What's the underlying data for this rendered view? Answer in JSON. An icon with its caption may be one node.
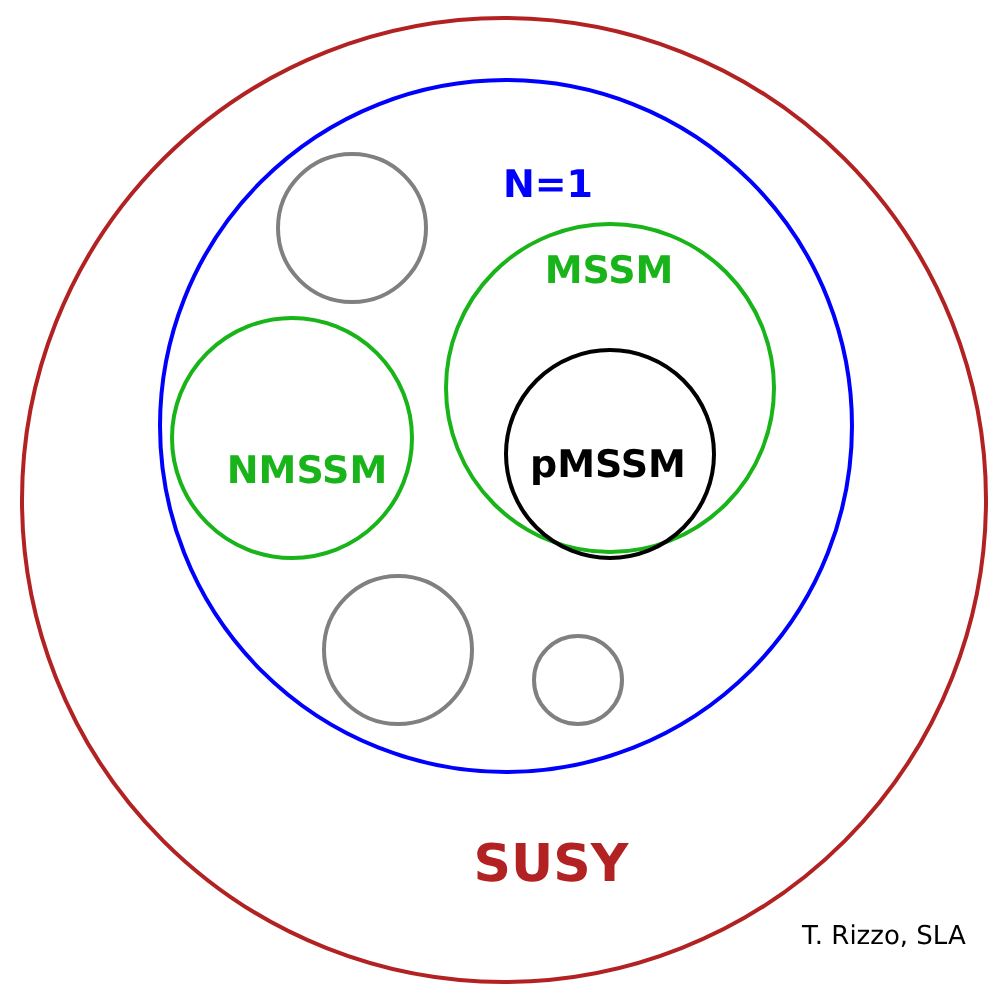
{
  "diagram": {
    "nodes": [
      {
        "text": [
          "SUSY"
        ]
      },
      {
        "text": [
          "N=1"
        ],
        "in": 0
      },
      {
        "text": [],
        "shape": "circle",
        "in": 1
      },
      {
        "text": [
          "MSSM"
        ],
        "in": 1
      },
      {
        "text": [
          "pMSSM"
        ],
        "in": 3
      },
      {
        "text": [
          "NMSSM"
        ],
        "in": 1
      },
      {
        "text": [],
        "shape": "circle",
        "in": 1
      },
      {
        "text": [],
        "shape": "circle",
        "in": 1
      }
    ],
    "labels": [
      "T. Rizzo, SLA"
    ]
  }
}
